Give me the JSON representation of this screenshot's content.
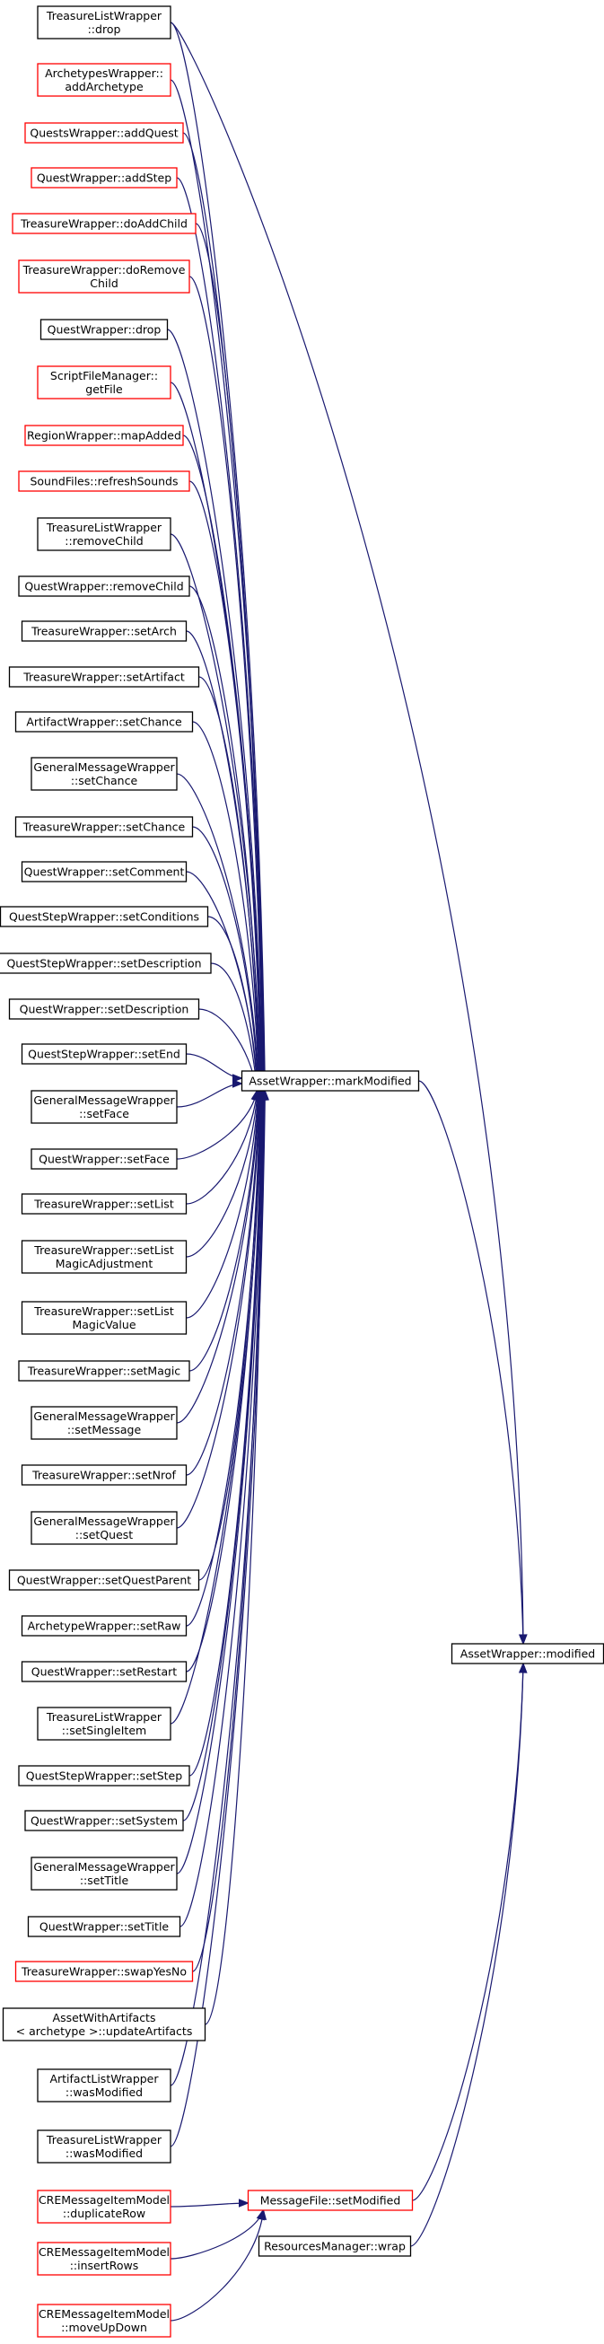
{
  "colors": {
    "edge": "#191970",
    "border_default": "#000000",
    "border_incomplete": "#ff0000",
    "target_fill": "#bfbfbf"
  },
  "nodes": [
    {
      "id": "tlw_drop",
      "lines": [
        "TreasureListWrapper",
        "::drop"
      ],
      "border": "black"
    },
    {
      "id": "aw_addArchetype",
      "lines": [
        "ArchetypesWrapper::",
        "addArchetype"
      ],
      "border": "red"
    },
    {
      "id": "qsw_addQuest",
      "lines": [
        "QuestsWrapper::addQuest"
      ],
      "border": "red"
    },
    {
      "id": "qw_addStep",
      "lines": [
        "QuestWrapper::addStep"
      ],
      "border": "red"
    },
    {
      "id": "tw_doAddChild",
      "lines": [
        "TreasureWrapper::doAddChild"
      ],
      "border": "red"
    },
    {
      "id": "tw_doRemoveChild",
      "lines": [
        "TreasureWrapper::doRemove",
        "Child"
      ],
      "border": "red"
    },
    {
      "id": "qw_drop",
      "lines": [
        "QuestWrapper::drop"
      ],
      "border": "black"
    },
    {
      "id": "sfm_getFile",
      "lines": [
        "ScriptFileManager::",
        "getFile"
      ],
      "border": "red"
    },
    {
      "id": "rw_mapAdded",
      "lines": [
        "RegionWrapper::mapAdded"
      ],
      "border": "red"
    },
    {
      "id": "sf_refreshSounds",
      "lines": [
        "SoundFiles::refreshSounds"
      ],
      "border": "red"
    },
    {
      "id": "tlw_removeChild",
      "lines": [
        "TreasureListWrapper",
        "::removeChild"
      ],
      "border": "black"
    },
    {
      "id": "qw_removeChild",
      "lines": [
        "QuestWrapper::removeChild"
      ],
      "border": "black"
    },
    {
      "id": "tw_setArch",
      "lines": [
        "TreasureWrapper::setArch"
      ],
      "border": "black"
    },
    {
      "id": "tw_setArtifact",
      "lines": [
        "TreasureWrapper::setArtifact"
      ],
      "border": "black"
    },
    {
      "id": "arw_setChance",
      "lines": [
        "ArtifactWrapper::setChance"
      ],
      "border": "black"
    },
    {
      "id": "gmw_setChance",
      "lines": [
        "GeneralMessageWrapper",
        "::setChance"
      ],
      "border": "black"
    },
    {
      "id": "tw_setChance",
      "lines": [
        "TreasureWrapper::setChance"
      ],
      "border": "black"
    },
    {
      "id": "qw_setComment",
      "lines": [
        "QuestWrapper::setComment"
      ],
      "border": "black"
    },
    {
      "id": "qstw_setConditions",
      "lines": [
        "QuestStepWrapper::setConditions"
      ],
      "border": "black"
    },
    {
      "id": "qstw_setDescription",
      "lines": [
        "QuestStepWrapper::setDescription"
      ],
      "border": "black"
    },
    {
      "id": "qw_setDescription",
      "lines": [
        "QuestWrapper::setDescription"
      ],
      "border": "black"
    },
    {
      "id": "qstw_setEnd",
      "lines": [
        "QuestStepWrapper::setEnd"
      ],
      "border": "black"
    },
    {
      "id": "gmw_setFace",
      "lines": [
        "GeneralMessageWrapper",
        "::setFace"
      ],
      "border": "black"
    },
    {
      "id": "qw_setFace",
      "lines": [
        "QuestWrapper::setFace"
      ],
      "border": "black"
    },
    {
      "id": "tw_setList",
      "lines": [
        "TreasureWrapper::setList"
      ],
      "border": "black"
    },
    {
      "id": "tw_setListMagicAdjustment",
      "lines": [
        "TreasureWrapper::setList",
        "MagicAdjustment"
      ],
      "border": "black"
    },
    {
      "id": "tw_setListMagicValue",
      "lines": [
        "TreasureWrapper::setList",
        "MagicValue"
      ],
      "border": "black"
    },
    {
      "id": "tw_setMagic",
      "lines": [
        "TreasureWrapper::setMagic"
      ],
      "border": "black"
    },
    {
      "id": "gmw_setMessage",
      "lines": [
        "GeneralMessageWrapper",
        "::setMessage"
      ],
      "border": "black"
    },
    {
      "id": "tw_setNrof",
      "lines": [
        "TreasureWrapper::setNrof"
      ],
      "border": "black"
    },
    {
      "id": "gmw_setQuest",
      "lines": [
        "GeneralMessageWrapper",
        "::setQuest"
      ],
      "border": "black"
    },
    {
      "id": "qw_setQuestParent",
      "lines": [
        "QuestWrapper::setQuestParent"
      ],
      "border": "black"
    },
    {
      "id": "aw_setRaw",
      "lines": [
        "ArchetypeWrapper::setRaw"
      ],
      "border": "black"
    },
    {
      "id": "qw_setRestart",
      "lines": [
        "QuestWrapper::setRestart"
      ],
      "border": "black"
    },
    {
      "id": "tlw_setSingleItem",
      "lines": [
        "TreasureListWrapper",
        "::setSingleItem"
      ],
      "border": "black"
    },
    {
      "id": "qstw_setStep",
      "lines": [
        "QuestStepWrapper::setStep"
      ],
      "border": "black"
    },
    {
      "id": "qw_setSystem",
      "lines": [
        "QuestWrapper::setSystem"
      ],
      "border": "black"
    },
    {
      "id": "gmw_setTitle",
      "lines": [
        "GeneralMessageWrapper",
        "::setTitle"
      ],
      "border": "black"
    },
    {
      "id": "qw_setTitle",
      "lines": [
        "QuestWrapper::setTitle"
      ],
      "border": "black"
    },
    {
      "id": "tw_swapYesNo",
      "lines": [
        "TreasureWrapper::swapYesNo"
      ],
      "border": "red"
    },
    {
      "id": "awa_updateArtifacts",
      "lines": [
        "AssetWithArtifacts",
        "< archetype >::updateArtifacts"
      ],
      "border": "black"
    },
    {
      "id": "alw_wasModified",
      "lines": [
        "ArtifactListWrapper",
        "::wasModified"
      ],
      "border": "black"
    },
    {
      "id": "tlw_wasModified",
      "lines": [
        "TreasureListWrapper",
        "::wasModified"
      ],
      "border": "black"
    },
    {
      "id": "creim_duplicateRow",
      "lines": [
        "CREMessageItemModel",
        "::duplicateRow"
      ],
      "border": "red"
    },
    {
      "id": "creim_insertRows",
      "lines": [
        "CREMessageItemModel",
        "::insertRows"
      ],
      "border": "red"
    },
    {
      "id": "creim_moveUpDown",
      "lines": [
        "CREMessageItemModel",
        "::moveUpDown"
      ],
      "border": "red"
    },
    {
      "id": "asw_markModified",
      "lines": [
        "AssetWrapper::markModified"
      ],
      "border": "black"
    },
    {
      "id": "mf_setModified",
      "lines": [
        "MessageFile::setModified"
      ],
      "border": "red"
    },
    {
      "id": "rm_wrap",
      "lines": [
        "ResourcesManager::wrap"
      ],
      "border": "black"
    },
    {
      "id": "asw_modified",
      "lines": [
        "AssetWrapper::modified"
      ],
      "border": "black",
      "target": true
    }
  ],
  "edges": [
    [
      "tlw_drop",
      "asw_markModified"
    ],
    [
      "tlw_drop",
      "asw_modified"
    ],
    [
      "aw_addArchetype",
      "asw_markModified"
    ],
    [
      "qsw_addQuest",
      "asw_markModified"
    ],
    [
      "qw_addStep",
      "asw_markModified"
    ],
    [
      "tw_doAddChild",
      "asw_markModified"
    ],
    [
      "tw_doRemoveChild",
      "asw_markModified"
    ],
    [
      "qw_drop",
      "asw_markModified"
    ],
    [
      "sfm_getFile",
      "asw_markModified"
    ],
    [
      "rw_mapAdded",
      "asw_markModified"
    ],
    [
      "sf_refreshSounds",
      "asw_markModified"
    ],
    [
      "tlw_removeChild",
      "asw_markModified"
    ],
    [
      "qw_removeChild",
      "asw_markModified"
    ],
    [
      "tw_setArch",
      "asw_markModified"
    ],
    [
      "tw_setArtifact",
      "asw_markModified"
    ],
    [
      "arw_setChance",
      "asw_markModified"
    ],
    [
      "gmw_setChance",
      "asw_markModified"
    ],
    [
      "tw_setChance",
      "asw_markModified"
    ],
    [
      "qw_setComment",
      "asw_markModified"
    ],
    [
      "qstw_setConditions",
      "asw_markModified"
    ],
    [
      "qstw_setDescription",
      "asw_markModified"
    ],
    [
      "qw_setDescription",
      "asw_markModified"
    ],
    [
      "qstw_setEnd",
      "asw_markModified"
    ],
    [
      "gmw_setFace",
      "asw_markModified"
    ],
    [
      "qw_setFace",
      "asw_markModified"
    ],
    [
      "tw_setList",
      "asw_markModified"
    ],
    [
      "tw_setListMagicAdjustment",
      "asw_markModified"
    ],
    [
      "tw_setListMagicValue",
      "asw_markModified"
    ],
    [
      "tw_setMagic",
      "asw_markModified"
    ],
    [
      "gmw_setMessage",
      "asw_markModified"
    ],
    [
      "tw_setNrof",
      "asw_markModified"
    ],
    [
      "gmw_setQuest",
      "asw_markModified"
    ],
    [
      "qw_setQuestParent",
      "asw_markModified"
    ],
    [
      "aw_setRaw",
      "asw_markModified"
    ],
    [
      "qw_setRestart",
      "asw_markModified"
    ],
    [
      "tlw_setSingleItem",
      "asw_markModified"
    ],
    [
      "qstw_setStep",
      "asw_markModified"
    ],
    [
      "qw_setSystem",
      "asw_markModified"
    ],
    [
      "gmw_setTitle",
      "asw_markModified"
    ],
    [
      "qw_setTitle",
      "asw_markModified"
    ],
    [
      "tw_swapYesNo",
      "asw_markModified"
    ],
    [
      "awa_updateArtifacts",
      "asw_markModified"
    ],
    [
      "alw_wasModified",
      "asw_markModified"
    ],
    [
      "tlw_wasModified",
      "asw_markModified"
    ],
    [
      "creim_duplicateRow",
      "mf_setModified"
    ],
    [
      "creim_insertRows",
      "mf_setModified"
    ],
    [
      "creim_moveUpDown",
      "mf_setModified"
    ],
    [
      "asw_markModified",
      "asw_modified"
    ],
    [
      "mf_setModified",
      "asw_modified"
    ],
    [
      "rm_wrap",
      "asw_modified"
    ]
  ]
}
